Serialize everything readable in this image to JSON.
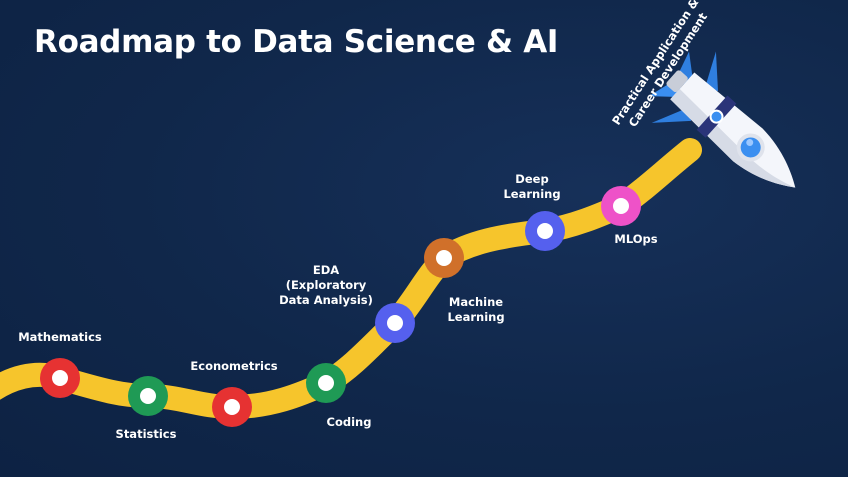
{
  "title": "Roadmap to Data Science & AI",
  "colors": {
    "background": "#10274a",
    "road": "#f6c52c",
    "node_center": "#ffffff"
  },
  "stages": [
    {
      "name": "mathematics",
      "label_lines": [
        "Mathematics"
      ],
      "color": "#e63232"
    },
    {
      "name": "statistics",
      "label_lines": [
        "Statistics"
      ],
      "color": "#1f9a55"
    },
    {
      "name": "econometrics",
      "label_lines": [
        "Econometrics"
      ],
      "color": "#e63232"
    },
    {
      "name": "coding",
      "label_lines": [
        "Coding"
      ],
      "color": "#1f9a55"
    },
    {
      "name": "eda",
      "label_lines": [
        "EDA",
        "(Exploratory",
        "Data Analysis)"
      ],
      "color": "#5560ee"
    },
    {
      "name": "machine-learning",
      "label_lines": [
        "Machine",
        "Learning"
      ],
      "color": "#d0702a"
    },
    {
      "name": "deep-learning",
      "label_lines": [
        "Deep",
        "Learning"
      ],
      "color": "#5560ee"
    },
    {
      "name": "mlops",
      "label_lines": [
        "MLOps"
      ],
      "color": "#ee52c8"
    }
  ],
  "goal": {
    "label_lines": [
      "Practical Application &",
      "Career Development"
    ],
    "icon": "rocket-icon"
  }
}
